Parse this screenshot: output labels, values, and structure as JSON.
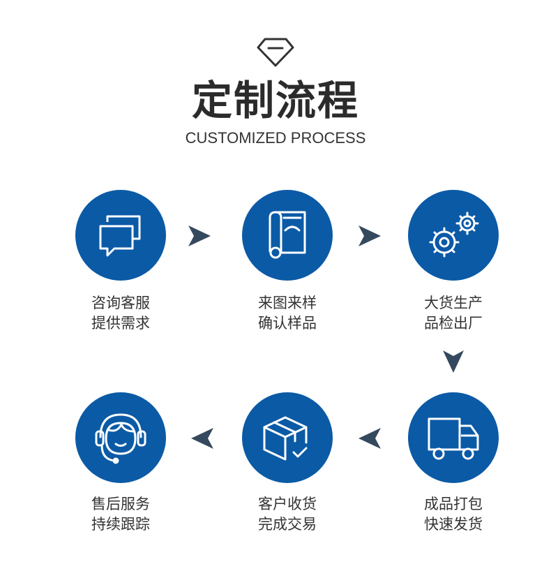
{
  "header": {
    "icon": "diamond-icon",
    "title": "定制流程",
    "subtitle": "CUSTOMIZED PROCESS"
  },
  "colors": {
    "circle": "#0b5aa6",
    "arrow": "#35495e",
    "text": "#333333"
  },
  "steps": [
    {
      "icon": "chat-bubbles-icon",
      "line1": "咨询客服",
      "line2": "提供需求"
    },
    {
      "icon": "blueprint-scroll-icon",
      "line1": "来图来样",
      "line2": "确认样品"
    },
    {
      "icon": "gears-icon",
      "line1": "大货生产",
      "line2": "品检出厂"
    },
    {
      "icon": "delivery-truck-icon",
      "line1": "成品打包",
      "line2": "快速发货"
    },
    {
      "icon": "package-check-icon",
      "line1": "客户收货",
      "line2": "完成交易"
    },
    {
      "icon": "headset-agent-icon",
      "line1": "售后服务",
      "line2": "持续跟踪"
    }
  ]
}
